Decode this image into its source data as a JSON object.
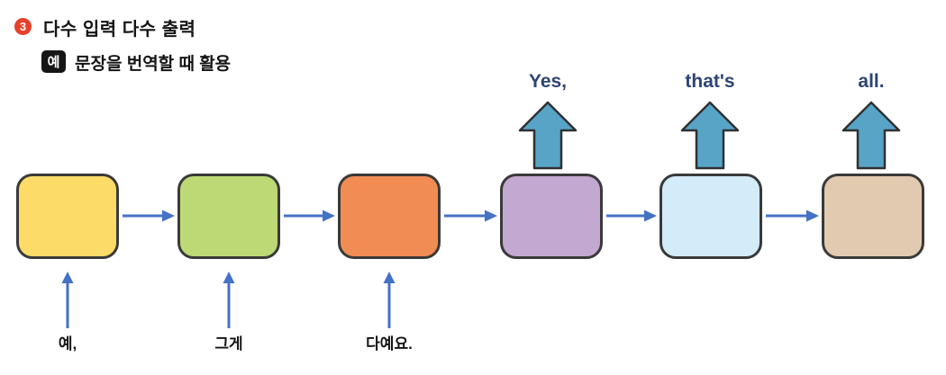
{
  "heading": {
    "number": "3",
    "number_color": "#e8402b",
    "title": "다수 입력 다수 출력",
    "example_badge": "예",
    "example_text": "문장을 번역할 때 활용"
  },
  "diagram": {
    "type": "many-to-many sequence diagram",
    "cells": [
      {
        "color": "#fddb68"
      },
      {
        "color": "#bcd975"
      },
      {
        "color": "#f28c55"
      },
      {
        "color": "#c3a8d1"
      },
      {
        "color": "#d4ecf9"
      },
      {
        "color": "#e2cab1"
      }
    ],
    "input_labels": [
      "예,",
      "그게",
      "다예요."
    ],
    "output_labels": [
      "Yes,",
      "that's",
      "all."
    ],
    "input_label_color": "#141414",
    "output_label_color": "#2e4475",
    "connector_color": "#4472c4",
    "output_arrow_fill": "#57a4c6",
    "output_arrow_stroke": "#2f3133"
  }
}
